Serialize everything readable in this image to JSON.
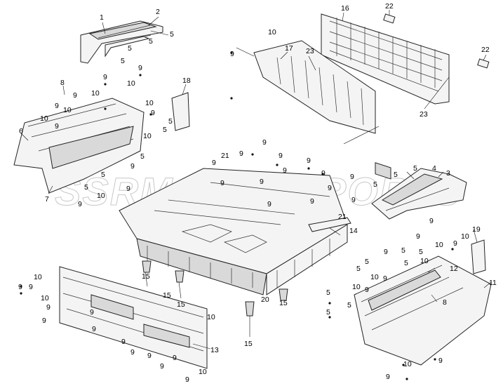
{
  "watermark": "SSRMOTORSPORTS",
  "callouts": {
    "c1": "1",
    "c2": "2",
    "c3": "3",
    "c4": "4",
    "c5": "5",
    "c6": "6",
    "c7": "7",
    "c8": "8",
    "c9": "9",
    "c10": "10",
    "c11": "11",
    "c12": "12",
    "c13": "13",
    "c14": "14",
    "c15": "15",
    "c16": "16",
    "c17": "17",
    "c18": "18",
    "c19": "19",
    "c20": "20",
    "c21": "21",
    "c22": "22",
    "c23": "23"
  }
}
